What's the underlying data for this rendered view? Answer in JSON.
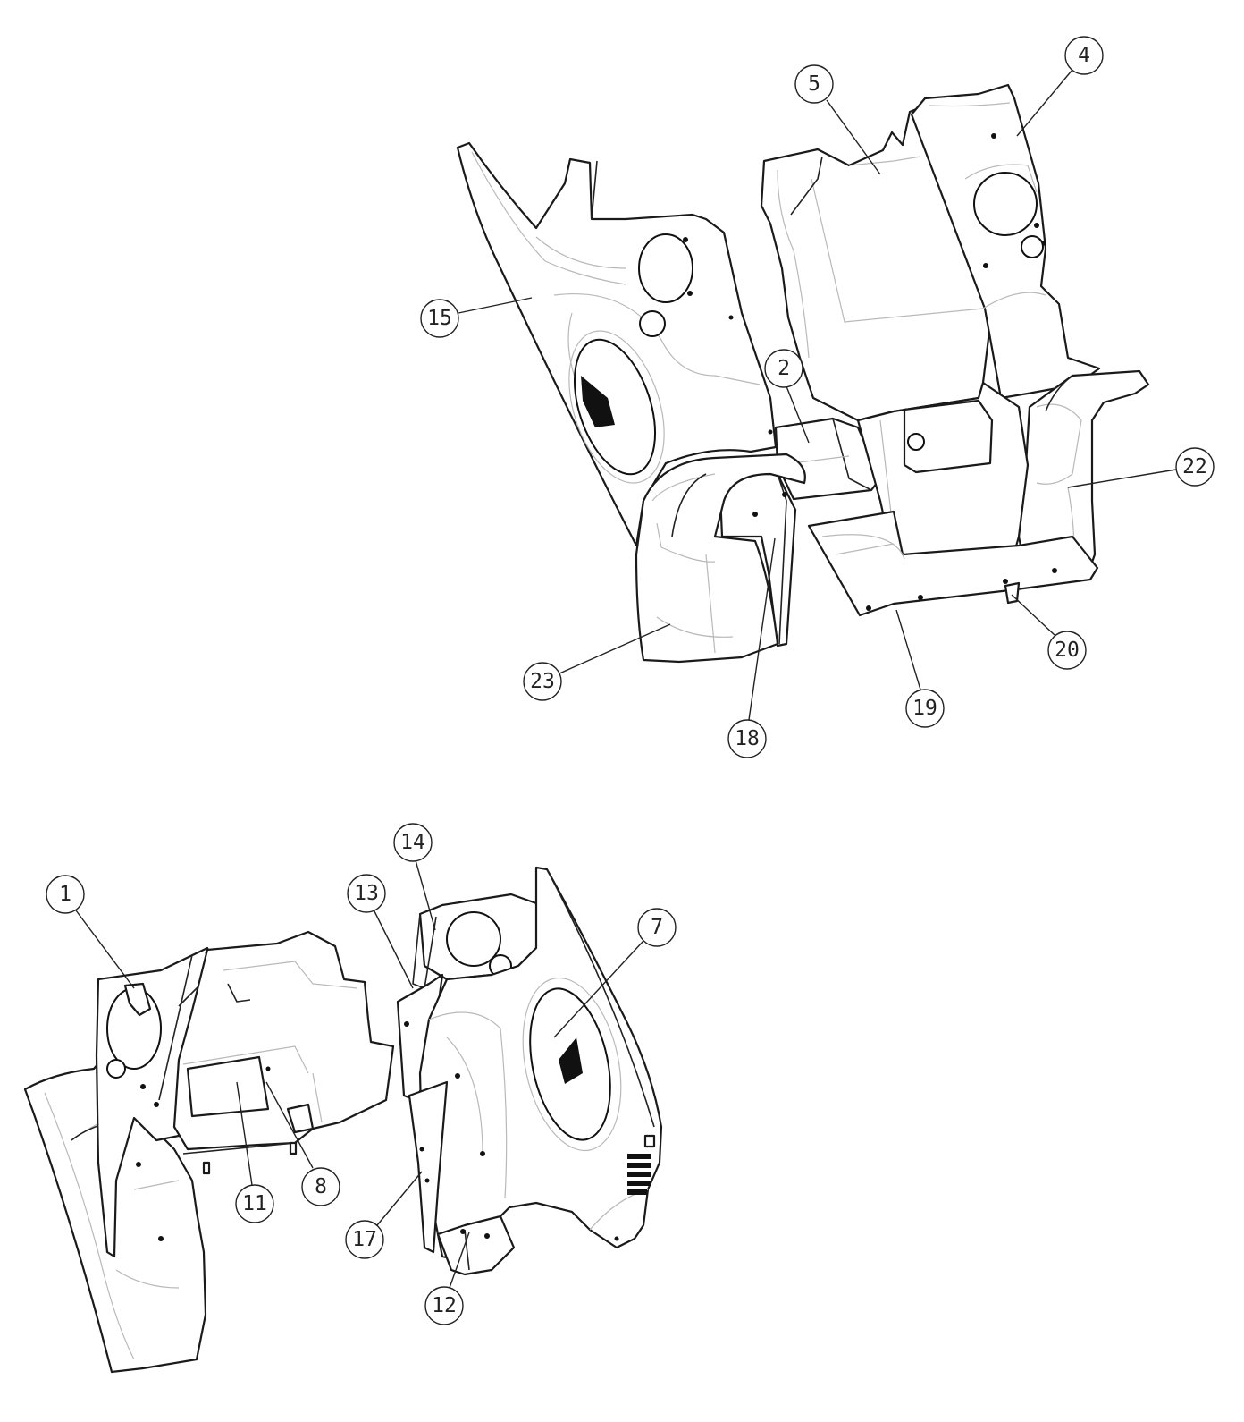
{
  "callouts": [
    {
      "id": "c1",
      "label": "1"
    },
    {
      "id": "c2",
      "label": "2"
    },
    {
      "id": "c4",
      "label": "4"
    },
    {
      "id": "c5",
      "label": "5"
    },
    {
      "id": "c7",
      "label": "7"
    },
    {
      "id": "c8",
      "label": "8"
    },
    {
      "id": "c11",
      "label": "11"
    },
    {
      "id": "c12",
      "label": "12"
    },
    {
      "id": "c13",
      "label": "13"
    },
    {
      "id": "c14",
      "label": "14"
    },
    {
      "id": "c15",
      "label": "15"
    },
    {
      "id": "c17",
      "label": "17"
    },
    {
      "id": "c18",
      "label": "18"
    },
    {
      "id": "c19",
      "label": "19"
    },
    {
      "id": "c20",
      "label": "20"
    },
    {
      "id": "c22",
      "label": "22"
    },
    {
      "id": "c23",
      "label": "23"
    }
  ],
  "colors": {
    "line": "#1a1a1a",
    "shade": "#b9b9b9",
    "background": "#ffffff"
  }
}
